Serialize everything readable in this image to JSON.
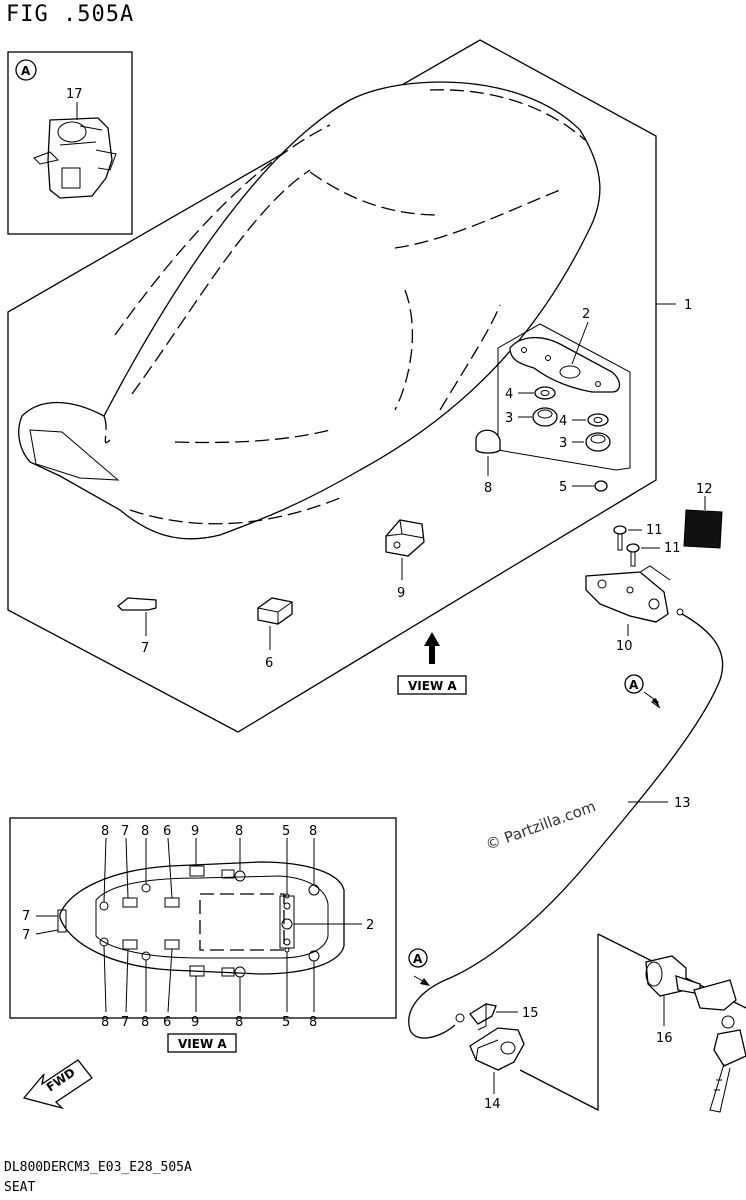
{
  "figure": {
    "title": "FIG .505A",
    "footer_code": "DL800DERCM3_E03_E28_505A",
    "footer_name": "SEAT",
    "watermark": "© Partzilla.com"
  },
  "detail_marker": "A",
  "view_label": "VIEW A",
  "fwd_label": "FWD",
  "callouts_main": {
    "c1": "1",
    "c2": "2",
    "c3a": "3",
    "c3b": "3",
    "c4a": "4",
    "c4b": "4",
    "c5": "5",
    "c6": "6",
    "c7": "7",
    "c8": "8",
    "c9": "9",
    "c10": "10",
    "c11a": "11",
    "c11b": "11",
    "c12": "12",
    "c13": "13",
    "c14": "14",
    "c15": "15",
    "c16": "16",
    "c17": "17"
  },
  "callouts_view": {
    "top": [
      "8",
      "7",
      "8",
      "6",
      "9",
      "8",
      "5",
      "8"
    ],
    "bottom": [
      "8",
      "7",
      "8",
      "6",
      "9",
      "8",
      "5",
      "8"
    ],
    "left_top": "7",
    "left_bottom": "7",
    "right": "2"
  }
}
